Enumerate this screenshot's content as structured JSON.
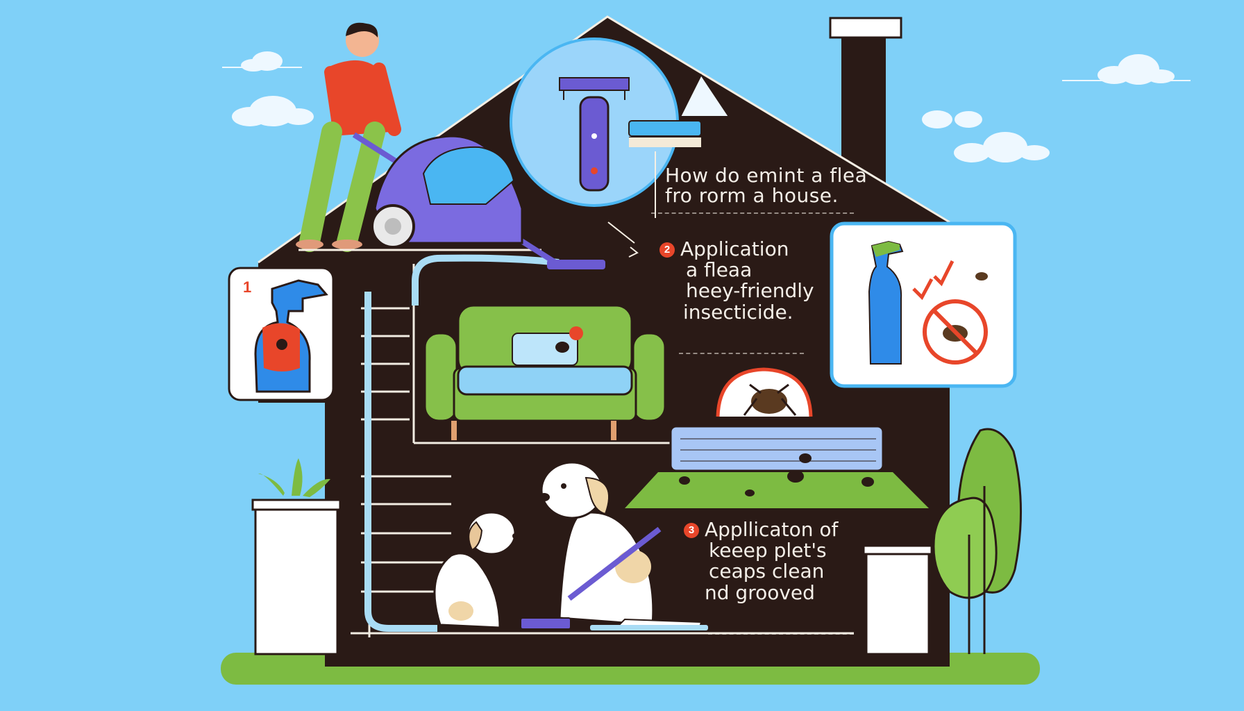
{
  "title": {
    "line1": "How do emint a flea",
    "line2": "fro rorm a house."
  },
  "steps": [
    {
      "number": "2",
      "lines": [
        "Application",
        "a fleaa",
        "heey-friendly",
        "insecticide."
      ]
    },
    {
      "number": "3",
      "lines": [
        "Appllicaton of",
        "keeep plet's",
        "ceaps clean",
        "nd grooved"
      ]
    }
  ],
  "panel_badge": "1",
  "colors": {
    "sky": "#7fd0f8",
    "house": "#2a1a16",
    "accent_red": "#e8462a",
    "grass": "#7dbb42",
    "sofa_green": "#86c04a",
    "vacuum_purple": "#6b5bd2",
    "spray_blue": "#2f8be8"
  },
  "icons": [
    "cloud-icon",
    "vacuum-icon",
    "magnifier-icon",
    "brush-icon",
    "spray-bottle-icon",
    "sofa-icon",
    "flea-icon",
    "no-flea-icon",
    "checkmark-icon",
    "dog-icon",
    "plant-icon",
    "tree-icon"
  ]
}
